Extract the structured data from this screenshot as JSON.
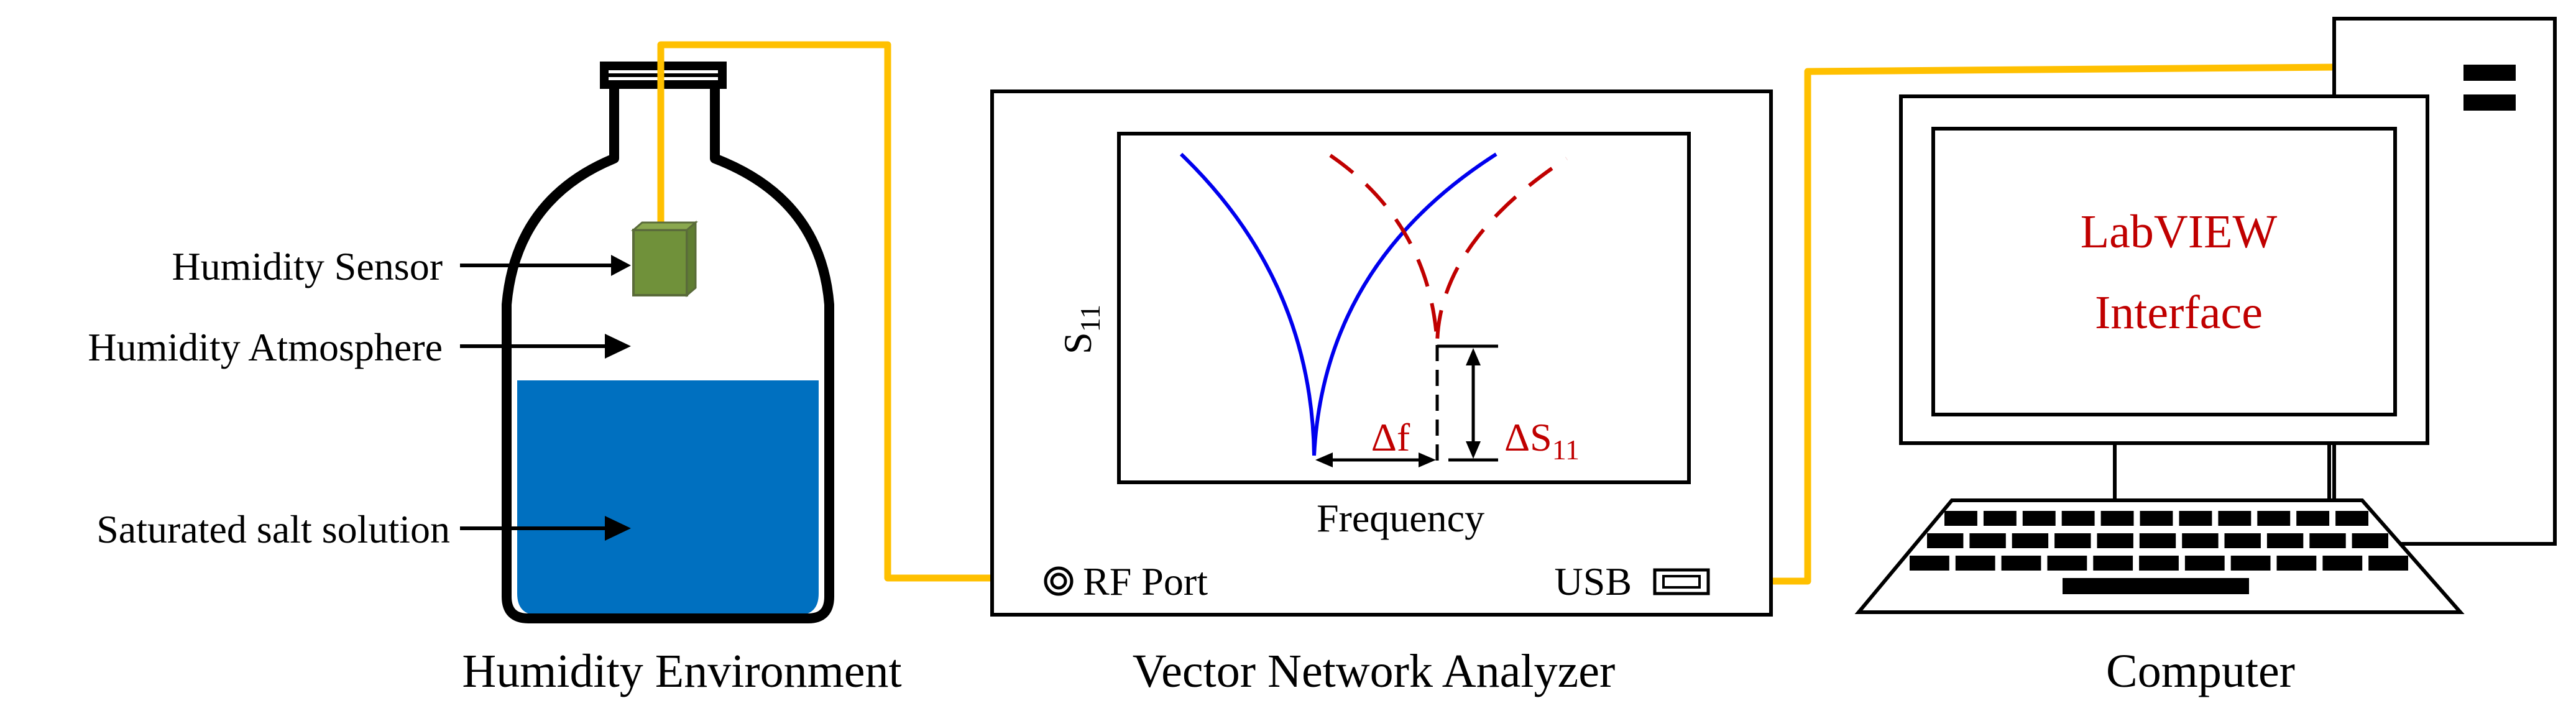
{
  "colors": {
    "outline": "#000000",
    "cable": "#ffc000",
    "solution": "#0070c0",
    "sensor": "#70913a",
    "curve_before": "#0000ee",
    "curve_after": "#c00000",
    "lab_text": "#c00000"
  },
  "humidity": {
    "sensor_label": "Humidity Sensor",
    "atmosphere_label": "Humidity Atmosphere",
    "solution_label": "Saturated salt solution",
    "caption": "Humidity Environment"
  },
  "vna": {
    "ylabel_main": "S",
    "ylabel_sub": "11",
    "xlabel": "Frequency",
    "df_label": "Δf",
    "ds_main": "ΔS",
    "ds_sub": "11",
    "rf_port": "RF Port",
    "usb": "USB",
    "caption": "Vector Network Analyzer"
  },
  "computer": {
    "screen_line1": "LabVIEW",
    "screen_line2": "Interface",
    "caption": "Computer"
  }
}
